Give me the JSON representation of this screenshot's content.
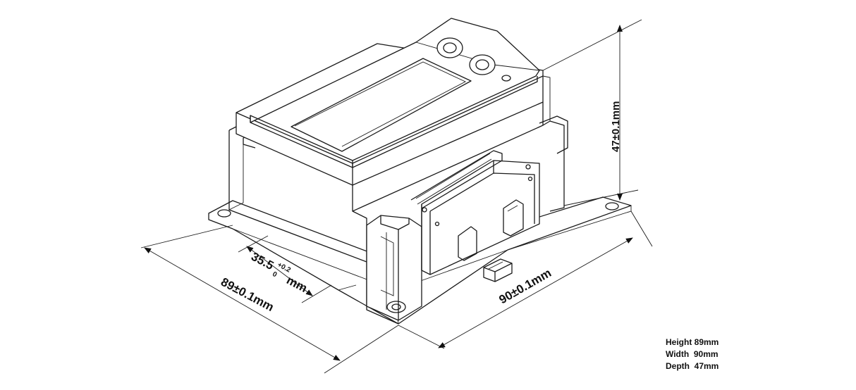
{
  "dimensions": {
    "width_label": "89±0.1mm",
    "depth_label": "90±0.1mm",
    "height_label": "47±0.1mm",
    "slot_value": "35.5",
    "slot_tol_upper": "+0.2",
    "slot_tol_lower": "0",
    "slot_unit": "mm"
  },
  "specs": [
    "Height 89mm",
    "Width  90mm",
    "Depth  47mm"
  ]
}
